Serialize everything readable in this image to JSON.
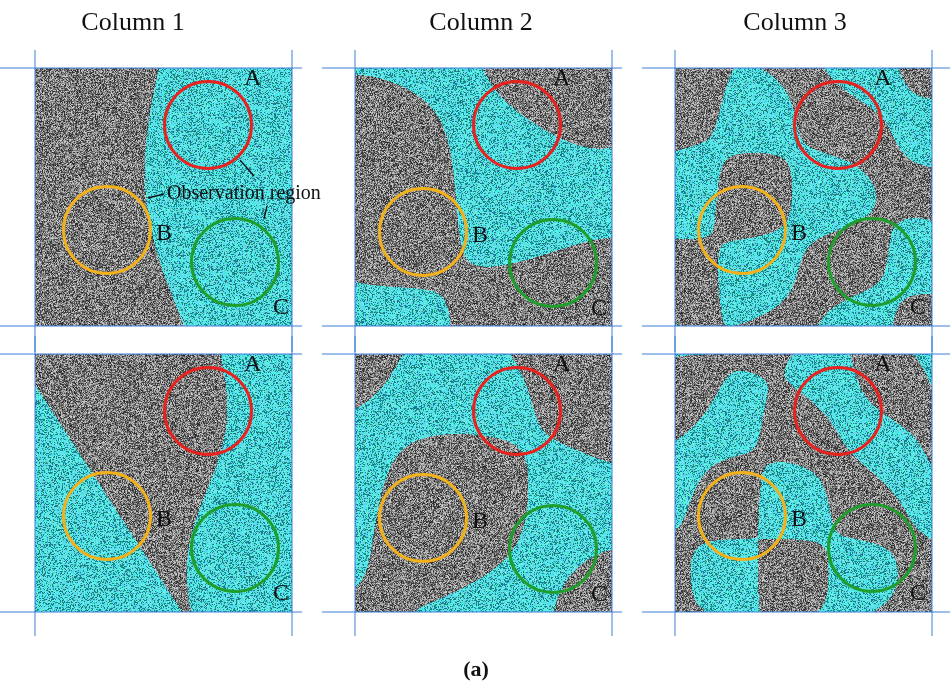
{
  "diagram": {
    "caption": "(a)",
    "nodes": [
      {
        "text": [
          "A"
        ]
      },
      {
        "text": [
          "B"
        ]
      },
      {
        "text": [
          "C"
        ]
      },
      {
        "text": [
          "A"
        ]
      },
      {
        "text": [
          "B"
        ]
      },
      {
        "text": [
          "C"
        ]
      },
      {
        "text": [
          "A"
        ]
      },
      {
        "text": [
          "B"
        ]
      },
      {
        "text": [
          "C"
        ]
      },
      {
        "text": [
          "A"
        ]
      },
      {
        "text": [
          "B"
        ]
      },
      {
        "text": [
          "C"
        ]
      },
      {
        "text": [
          "A"
        ]
      },
      {
        "text": [
          "B"
        ]
      },
      {
        "text": [
          "C"
        ]
      },
      {
        "text": [
          "A"
        ]
      },
      {
        "text": [
          "B"
        ]
      },
      {
        "text": [
          "C"
        ]
      }
    ],
    "labels": [
      "Column 1",
      "Column 2",
      "Column 3",
      "Observation region"
    ]
  }
}
